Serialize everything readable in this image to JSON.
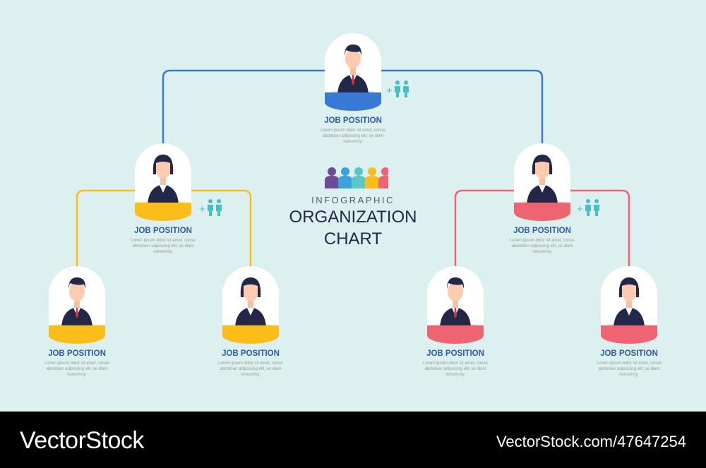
{
  "colors": {
    "background": "#ddf0f0",
    "level1": "#3a78d6",
    "level2_left": "#fbbd1a",
    "level2_right": "#ef6473",
    "text_title": "#2e5aa8"
  },
  "center": {
    "subtitle": "INFOGRAPHIC",
    "title_line1": "ORGANIZATION",
    "title_line2": "CHART",
    "people_colors": [
      "#6c4c96",
      "#3aa2dc",
      "#5fc6c8",
      "#fbbd1a",
      "#ef6473"
    ]
  },
  "nodes": [
    {
      "title": "JOB POSITION",
      "desc": "Lorem ipsum dolor sit amet, conse abctetuer adipiscing elit, se diam nonummy.",
      "gender": "male",
      "color": "#3a78d6"
    },
    {
      "title": "JOB POSITION",
      "desc": "Lorem ipsum dolor sit amet, conse abctetuer adipiscing elit, se diam nonummy.",
      "gender": "female",
      "color": "#fbbd1a"
    },
    {
      "title": "JOB POSITION",
      "desc": "Lorem ipsum dolor sit amet, conse abctetuer adipiscing elit, se diam nonummy.",
      "gender": "female",
      "color": "#ef6473"
    },
    {
      "title": "JOB POSITION",
      "desc": "Lorem ipsum dolor sit amet, conse abctetuer adipiscing elit, se diam nonummy.",
      "gender": "male",
      "color": "#fbbd1a"
    },
    {
      "title": "JOB POSITION",
      "desc": "Lorem ipsum dolor sit amet, conse abctetuer adipiscing elit, se diam nonummy.",
      "gender": "female",
      "color": "#fbbd1a"
    },
    {
      "title": "JOB POSITION",
      "desc": "Lorem ipsum dolor sit amet, conse abctetuer adipiscing elit, se diam nonummy.",
      "gender": "male",
      "color": "#ef6473"
    },
    {
      "title": "JOB POSITION",
      "desc": "Lorem ipsum dolor sit amet, conse abctetuer adipiscing elit, se diam nonummy.",
      "gender": "female",
      "color": "#ef6473"
    }
  ],
  "add_team_icon": "plus-two-people-icon",
  "footer": {
    "brand": "VectorStock",
    "image_id": "VectorStock.com/47647254"
  }
}
